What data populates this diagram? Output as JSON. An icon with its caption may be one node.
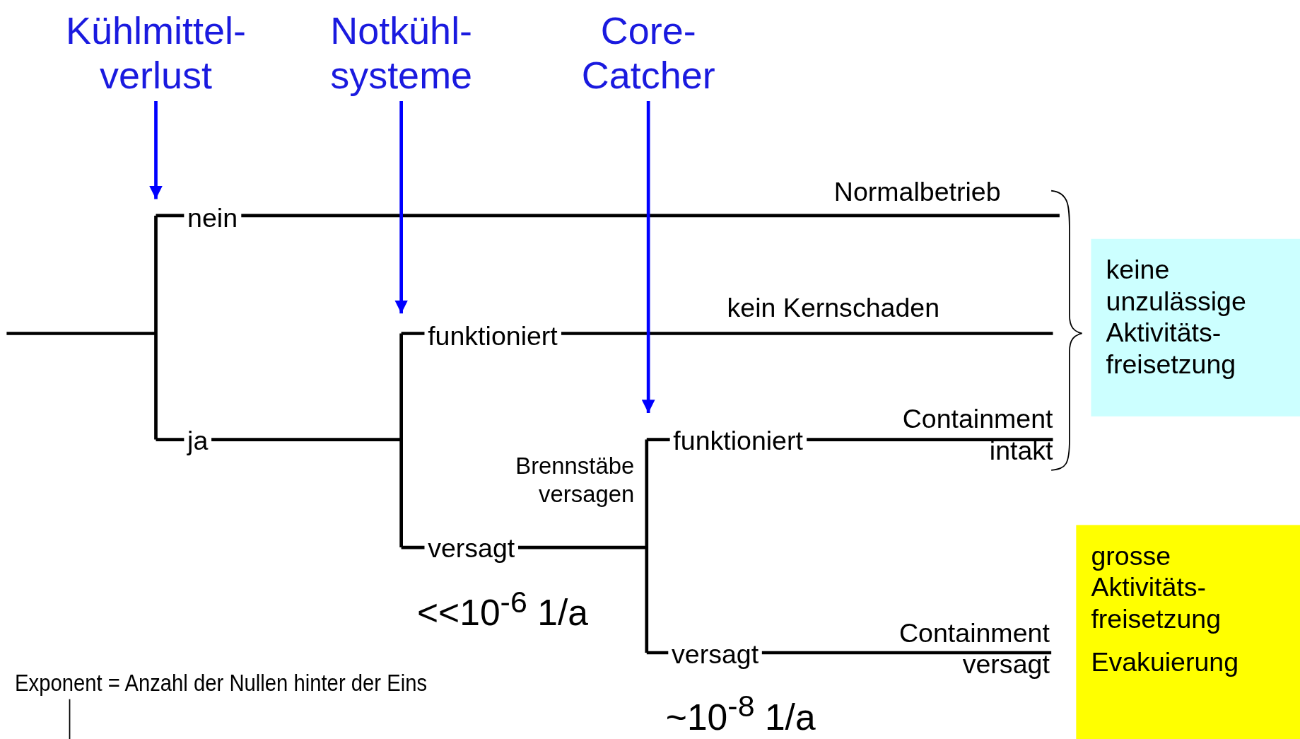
{
  "diagram": {
    "nodes": [
      {
        "text": [
          "Kühlmittel- verlust"
        ]
      },
      {
        "text": [
          "Notkühl- systeme"
        ]
      },
      {
        "text": [
          "Core- Catcher"
        ]
      },
      {
        "text": [
          "keine unzulässige Aktivitäts- freisetzung"
        ]
      },
      {
        "text": [
          "grosse Aktivitäts- freisetzung",
          "Evakuierung"
        ]
      }
    ],
    "edges": [
      {
        "from": 0,
        "to": null,
        "arrow": "to",
        "color": "#0000ff"
      },
      {
        "from": 1,
        "to": null,
        "arrow": "to",
        "color": "#0000ff"
      },
      {
        "from": 2,
        "to": null,
        "arrow": "to",
        "color": "#0000ff"
      }
    ],
    "labels": [
      "Normalbetrieb",
      "nein",
      "kein Kernschaden",
      "funktioniert",
      "ja",
      "Containment intakt",
      "funktioniert",
      "Brennstäbe versagen",
      "versagt",
      "<<10$^{-6}$ 1/a",
      "Containment versagt",
      "versagt",
      "Exponent = Anzahl der Nullen hinter der Eins",
      "~10$^{-8}$ 1/a"
    ]
  }
}
